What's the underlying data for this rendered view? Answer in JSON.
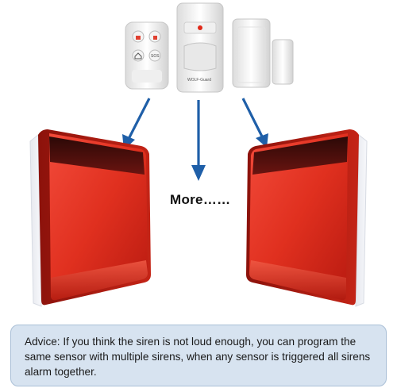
{
  "more_label": "More……",
  "advice": "Advice: If you think the siren is not loud enough, you can program the same sensor with multiple sirens, when any sensor is triggered all sirens alarm together.",
  "pir_brand": "WOLF-Guard",
  "remote_sos": "SOS",
  "colors": {
    "siren_red": "#d8261c",
    "siren_dark": "#7d0d08",
    "arrow_blue": "#1f5fa8",
    "advice_bg": "#d7e3f0"
  }
}
